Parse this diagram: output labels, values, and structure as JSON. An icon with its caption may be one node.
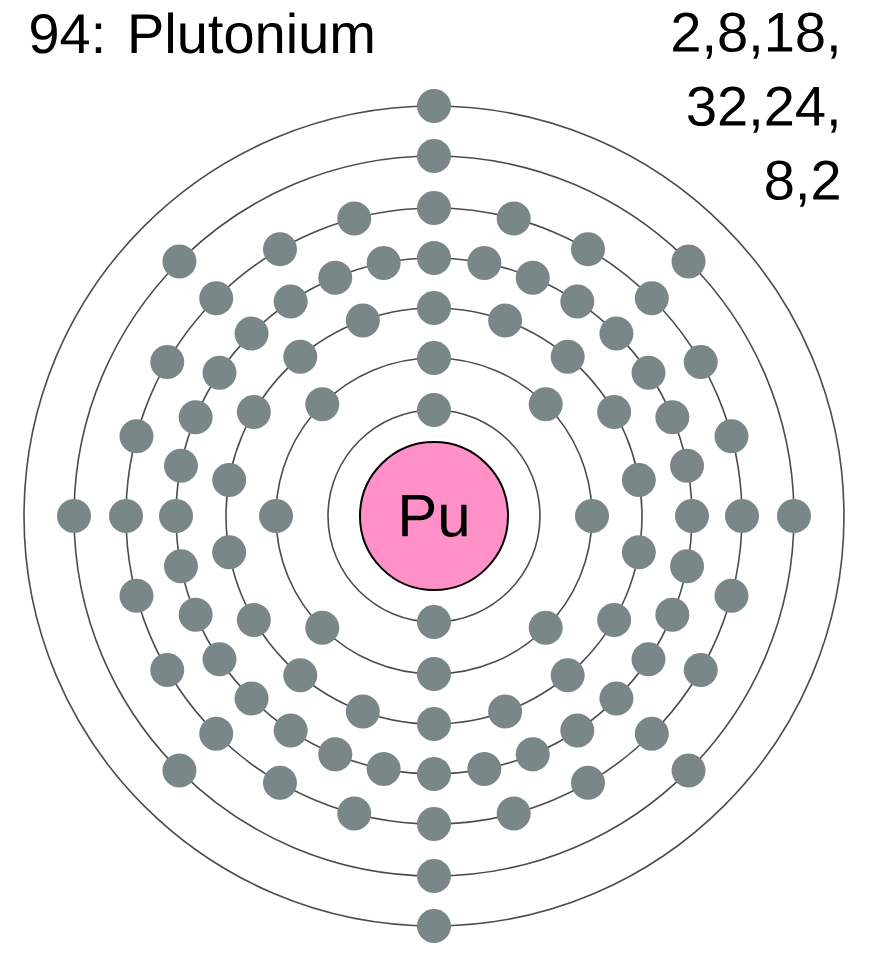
{
  "diagram": {
    "title": "94: Plutonium",
    "nodes": [
      {
        "text": [
          "Pu"
        ]
      }
    ],
    "labels": [
      "2,8,18, 32,24, 8,2"
    ]
  }
}
